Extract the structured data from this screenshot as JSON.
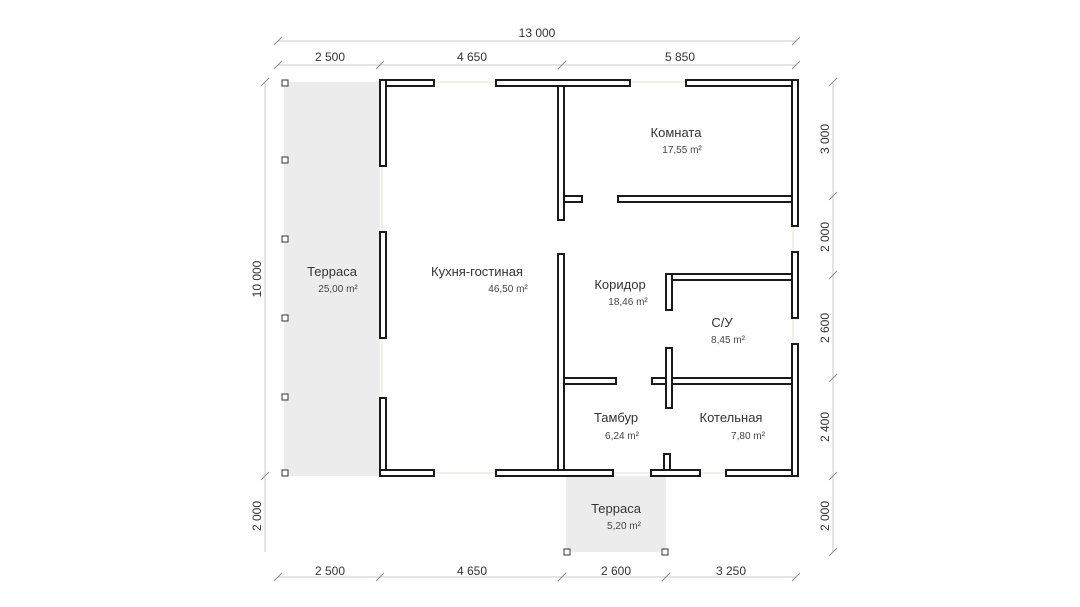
{
  "dimensions": {
    "total_width": "13 000",
    "total_height": "10 000",
    "top": [
      "2 500",
      "4 650",
      "5 850"
    ],
    "bottom": [
      "2 500",
      "4 650",
      "2 600",
      "3 250"
    ],
    "right": [
      "3 000",
      "2 000",
      "2 600",
      "2 400",
      "2 000"
    ],
    "left_bottom": "2 000"
  },
  "rooms": {
    "terrace_left": {
      "name": "Терраса",
      "area": "25,00 m²"
    },
    "living_kitchen": {
      "name": "Кухня-гостиная",
      "area": "46,50 m²"
    },
    "room": {
      "name": "Комната",
      "area": "17,55 m²"
    },
    "corridor": {
      "name": "Коридор",
      "area": "18,46 m²"
    },
    "bathroom": {
      "name": "С/У",
      "area": "8,45 m²"
    },
    "vestibule": {
      "name": "Тамбур",
      "area": "6,24 m²"
    },
    "boiler_room": {
      "name": "Котельная",
      "area": "7,80 m²"
    },
    "terrace_bottom": {
      "name": "Терраса",
      "area": "5,20 m²"
    }
  },
  "colors": {
    "wall_stroke": "#1a1a1a",
    "terrace_fill": "#ececec",
    "dimension_line": "#c8c8c8"
  }
}
